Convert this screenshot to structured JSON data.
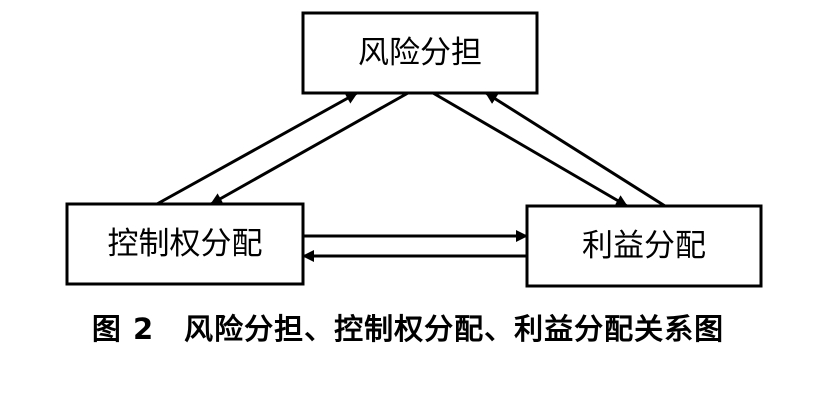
{
  "nodes": {
    "risk": {
      "label": "风险分担"
    },
    "control": {
      "label": "控制权分配"
    },
    "benefit": {
      "label": "利益分配"
    }
  },
  "caption": {
    "number": "图 2",
    "text": "风险分担、控制权分配、利益分配关系图"
  },
  "colors": {
    "line": "#000000",
    "background": "#ffffff"
  }
}
